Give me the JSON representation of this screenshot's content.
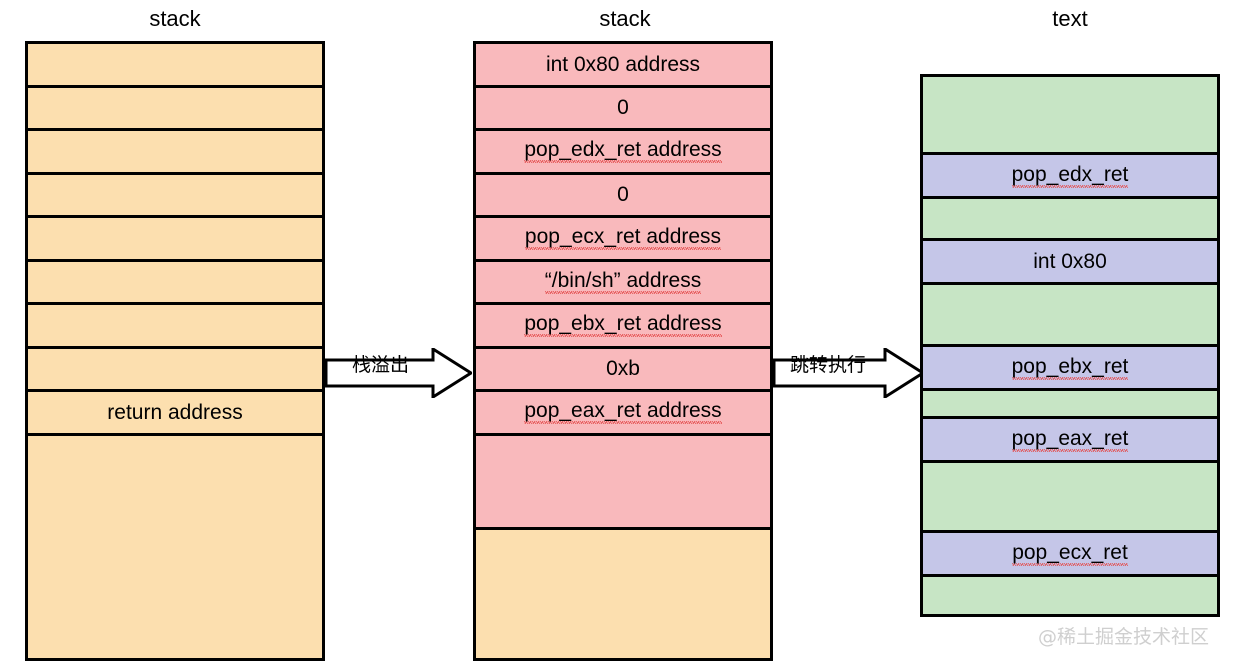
{
  "diagram": {
    "title_left": "stack",
    "title_middle": "stack",
    "title_right": "text",
    "watermark": "@稀土掘金技术社区",
    "colors": {
      "orange": "#FCDFAF",
      "pink": "#F9B9BC",
      "green": "#C7E5C5",
      "purple": "#C5C6E8",
      "border": "#000000",
      "spellcheck_underline": "#E34B4B"
    }
  },
  "left_stack": {
    "label": "stack",
    "cells": [
      {
        "text": "",
        "color": "orange"
      },
      {
        "text": "",
        "color": "orange"
      },
      {
        "text": "",
        "color": "orange"
      },
      {
        "text": "",
        "color": "orange"
      },
      {
        "text": "",
        "color": "orange"
      },
      {
        "text": "",
        "color": "orange"
      },
      {
        "text": "",
        "color": "orange"
      },
      {
        "text": "",
        "color": "orange"
      },
      {
        "text": "return address",
        "color": "orange"
      },
      {
        "text": "",
        "color": "orange"
      }
    ]
  },
  "middle_stack": {
    "label": "stack",
    "cells": [
      {
        "text": "int 0x80 address",
        "color": "pink",
        "spellcheck": false
      },
      {
        "text": "0",
        "color": "pink",
        "spellcheck": false
      },
      {
        "text": "pop_edx_ret address",
        "color": "pink",
        "spellcheck": true
      },
      {
        "text": "0",
        "color": "pink",
        "spellcheck": false
      },
      {
        "text": "pop_ecx_ret address",
        "color": "pink",
        "spellcheck": true
      },
      {
        "text": "“/bin/sh” address",
        "color": "pink",
        "spellcheck": true
      },
      {
        "text": "pop_ebx_ret address",
        "color": "pink",
        "spellcheck": true
      },
      {
        "text": "0xb",
        "color": "pink",
        "spellcheck": false
      },
      {
        "text": "pop_eax_ret address",
        "color": "pink",
        "spellcheck": true
      },
      {
        "text": "",
        "color": "pink",
        "spellcheck": false
      },
      {
        "text": "",
        "color": "orange",
        "spellcheck": false
      }
    ]
  },
  "right_text": {
    "label": "text",
    "cells": [
      {
        "text": "",
        "color": "green",
        "spellcheck": false
      },
      {
        "text": "pop_edx_ret",
        "color": "purple",
        "spellcheck": true
      },
      {
        "text": "",
        "color": "green",
        "spellcheck": false
      },
      {
        "text": "int 0x80",
        "color": "purple",
        "spellcheck": false
      },
      {
        "text": "",
        "color": "green",
        "spellcheck": false
      },
      {
        "text": "pop_ebx_ret",
        "color": "purple",
        "spellcheck": true
      },
      {
        "text": "",
        "color": "green",
        "spellcheck": false
      },
      {
        "text": "pop_eax_ret",
        "color": "purple",
        "spellcheck": true
      },
      {
        "text": "",
        "color": "green",
        "spellcheck": false
      },
      {
        "text": "pop_ecx_ret",
        "color": "purple",
        "spellcheck": true
      },
      {
        "text": "",
        "color": "green",
        "spellcheck": false
      }
    ]
  },
  "arrows": [
    {
      "label": "栈溢出"
    },
    {
      "label": "跳转执行"
    }
  ]
}
